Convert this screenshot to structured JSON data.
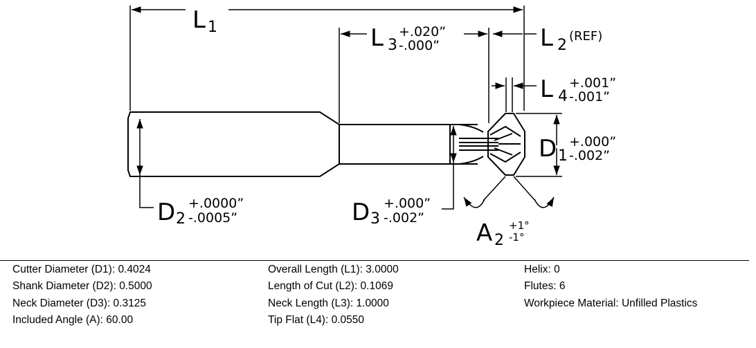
{
  "drawing": {
    "L1": {
      "letter": "L",
      "sub": "1"
    },
    "L2": {
      "letter": "L",
      "sub": "2",
      "note": "(REF)"
    },
    "L3": {
      "letter": "L",
      "sub": "3",
      "tol_plus": "+.020”",
      "tol_minus": "-.000”"
    },
    "L4": {
      "letter": "L",
      "sub": "4",
      "tol_plus": "+.001”",
      "tol_minus": "-.001”"
    },
    "D1": {
      "letter": "D",
      "sub": "1",
      "tol_plus": "+.000”",
      "tol_minus": "-.002”"
    },
    "D2": {
      "letter": "D",
      "sub": "2",
      "tol_plus": "+.0000”",
      "tol_minus": "-.0005”"
    },
    "D3": {
      "letter": "D",
      "sub": "3",
      "tol_plus": "+.000”",
      "tol_minus": "-.002”"
    },
    "A": {
      "letter": "A",
      "sub": "2",
      "tol_plus": "+1°",
      "tol_minus": "-1°"
    }
  },
  "specs": {
    "col1": [
      "Cutter Diameter (D1): 0.4024",
      "Shank Diameter (D2): 0.5000",
      "Neck Diameter (D3): 0.3125",
      "Included Angle (A): 60.00"
    ],
    "col2": [
      "Overall Length (L1): 3.0000",
      "Length of Cut (L2): 0.1069",
      "Neck Length (L3): 1.0000",
      "Tip Flat (L4): 0.0550"
    ],
    "col3": [
      "Helix: 0",
      "Flutes: 6",
      "Workpiece Material: Unfilled Plastics"
    ]
  }
}
